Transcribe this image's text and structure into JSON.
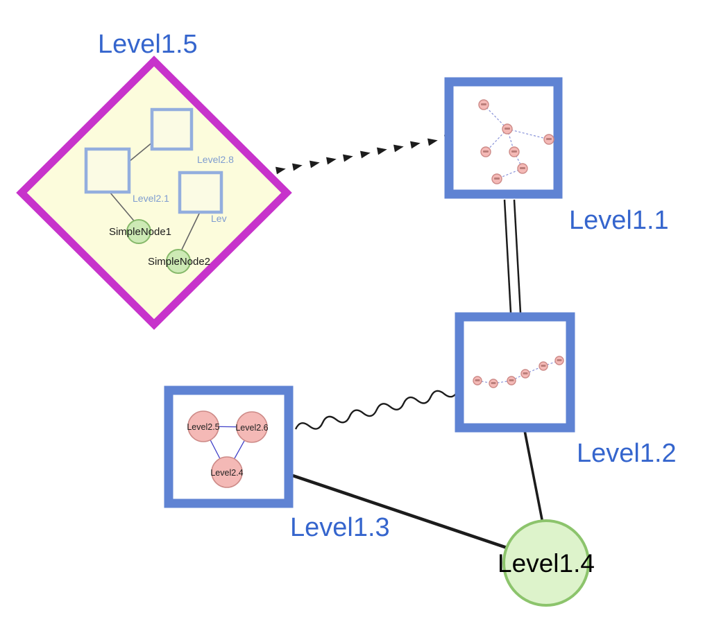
{
  "canvas": {
    "background": "#ffffff"
  },
  "colors": {
    "label_blue": "#3565cd",
    "diamond_border": "#c733cb",
    "diamond_fill": "#fcfcdc",
    "container_border_blue": "#5f83d3",
    "inner_square_border": "#93aede",
    "simple_node_fill": "#cdeab5",
    "simple_node_border": "#86b96a",
    "level14_fill": "#ddf3cb",
    "level14_border": "#8cc46c",
    "mini_node_fill": "#f4b9b6",
    "mini_node_border": "#cd8a87",
    "edge_black": "#1c1c1c",
    "mini_edge_blue": "#8892d8",
    "triangle_edge_blue": "#4040c8",
    "inner_label_blue": "#7e9cd0"
  },
  "nodes": {
    "level15": {
      "label": "Level1.5"
    },
    "level11": {
      "label": "Level1.1"
    },
    "level12": {
      "label": "Level1.2"
    },
    "level13": {
      "label": "Level1.3"
    },
    "level14": {
      "label": "Level1.4"
    }
  },
  "level15_contents": {
    "square_top": {
      "label": "Level2.8"
    },
    "square_left": {
      "label": "Level2.1"
    },
    "square_right": {
      "label": "Lev"
    },
    "simple_node_1": {
      "label": "SimpleNode1"
    },
    "simple_node_2": {
      "label": "SimpleNode2"
    }
  },
  "level13_contents": {
    "node_left": {
      "label": "Level2.5"
    },
    "node_right": {
      "label": "Level2.6"
    },
    "node_bottom": {
      "label": "Level2.4"
    }
  }
}
